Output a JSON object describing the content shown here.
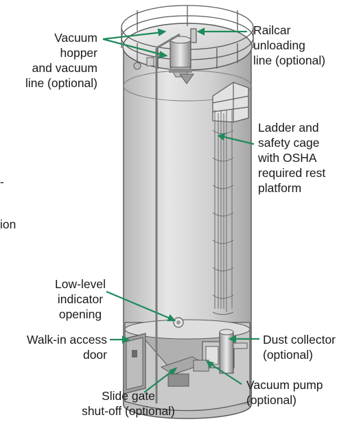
{
  "colors": {
    "leader": "#1f8a5a",
    "silo_body": "#d4d4d4",
    "silo_shadow": "#a9a9a9",
    "silo_highlight": "#eeeeee",
    "outline": "#5a5a5a",
    "label_text": "#1a1a1a"
  },
  "labels": {
    "vacuum_hopper": [
      "Vacuum",
      "hopper",
      "and vacuum",
      "line (optional)"
    ],
    "railcar": [
      "Railcar",
      "unloading",
      "line (optional)"
    ],
    "ladder": [
      "Ladder and",
      "safety cage",
      "with OSHA",
      "required rest",
      "platform"
    ],
    "low_level": [
      "Low-level",
      "indicator",
      "opening"
    ],
    "access_door": [
      "Walk-in access",
      "door"
    ],
    "dust_collector": [
      "Dust collector",
      "(optional)"
    ],
    "vacuum_pump": [
      "Vacuum pump",
      "(optional)"
    ],
    "slide_gate": [
      "Slide gate",
      "shut-off (optional)"
    ],
    "cut_left_1": "-",
    "cut_left_2": "ion"
  }
}
